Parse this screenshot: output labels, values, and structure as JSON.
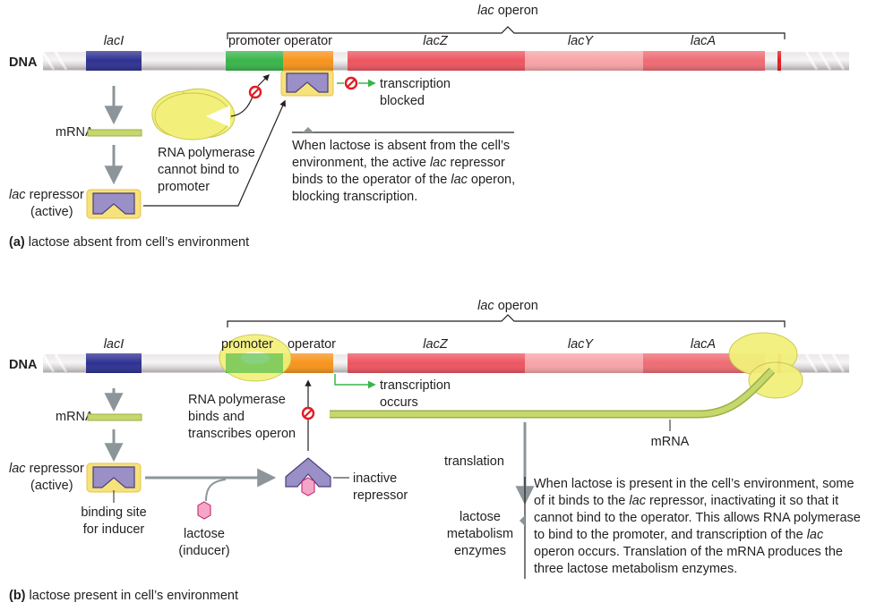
{
  "common": {
    "dna": "DNA",
    "lacI": "lacI",
    "lac_operon_it": "lac",
    "lac_operon_rest": " operon",
    "promoter": "promoter",
    "operator": "operator",
    "lacZ": "lacZ",
    "lacY": "lacY",
    "lacA": "lacA",
    "mrna": "mRNA",
    "repressor_it": "lac",
    "repressor_rest": " repressor",
    "repressor_active": "(active)"
  },
  "panel_a": {
    "transcription_1": "transcription",
    "transcription_2": "blocked",
    "polymerase_1": "RNA polymerase",
    "polymerase_2": "cannot bind to",
    "polymerase_3": "promoter",
    "caption_letter": "(a)",
    "caption_text": " lactose absent from cell’s environment",
    "note_html": "When lactose is absent from the cell’s<br>environment, the active <i>lac</i> repressor<br>binds to the operator of the <i>lac</i> operon,<br>blocking transcription."
  },
  "panel_b": {
    "transcription_1": "transcription",
    "transcription_2": "occurs",
    "polymerase_1": "RNA polymerase",
    "polymerase_2": "binds and",
    "polymerase_3": "transcribes operon",
    "binding_1": "binding site",
    "binding_2": "for inducer",
    "lactose_1": "lactose",
    "lactose_2": "(inducer)",
    "inactive_1": "inactive",
    "inactive_2": "repressor",
    "translation": "translation",
    "enzymes_1": "lactose",
    "enzymes_2": "metabolism",
    "enzymes_3": "enzymes",
    "mrna_long": "mRNA",
    "caption_letter": "(b)",
    "caption_text": " lactose present in cell’s environment",
    "note_html": "When lactose is present in the cell’s environment, some<br>of it binds to the <i>lac</i> repressor, inactivating it so that it<br>cannot bind to the operator. This allows RNA polymerase<br>to bind to the promoter, and transcription of the <i>lac</i><br>operon occurs. Translation of the mRNA produces the<br>three lactose metabolism enzymes."
  },
  "colors": {
    "lacI": "#2e3192",
    "promoter": "#39b54a",
    "operator": "#f7941d",
    "lacZ": "#ed5560",
    "lacY": "#f7a4a8",
    "lacA": "#ee6b73",
    "mrna": "#c5d86d",
    "repressor": "#9b8fc7",
    "polymerase": "#f2f07a",
    "inducer": "#f4a6c8",
    "blocked": "#e31b23",
    "arrow": "#8c9599"
  }
}
